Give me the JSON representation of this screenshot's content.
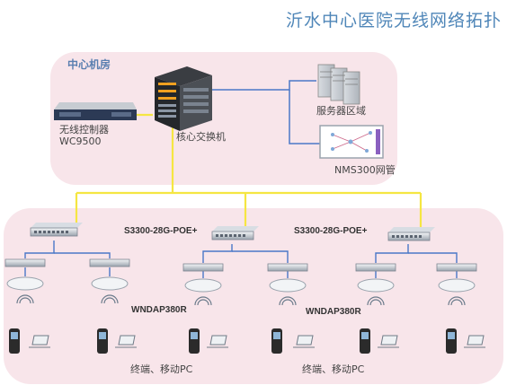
{
  "title": "沂水中心医院无线网络拓扑",
  "zones": {
    "top_label": "中心机房"
  },
  "labels": {
    "controller_name": "无线控制器",
    "controller_model": "WC9500",
    "core_switch": "核心交换机",
    "server_area": "服务器区域",
    "nms": "NMS300网管",
    "poe_switch_1": "S3300-28G-POE+",
    "poe_switch_2": "S3300-28G-POE+",
    "ap_model_1": "WNDAP380R",
    "ap_model_2": "WNDAP380R",
    "terminals_1": "终端、移动PC",
    "terminals_2": "终端、移动PC"
  },
  "colors": {
    "zone_fill": "#f8e5ea",
    "backbone_line": "#f5e642",
    "access_line": "#4a78c8",
    "title": "#4f86b8"
  }
}
